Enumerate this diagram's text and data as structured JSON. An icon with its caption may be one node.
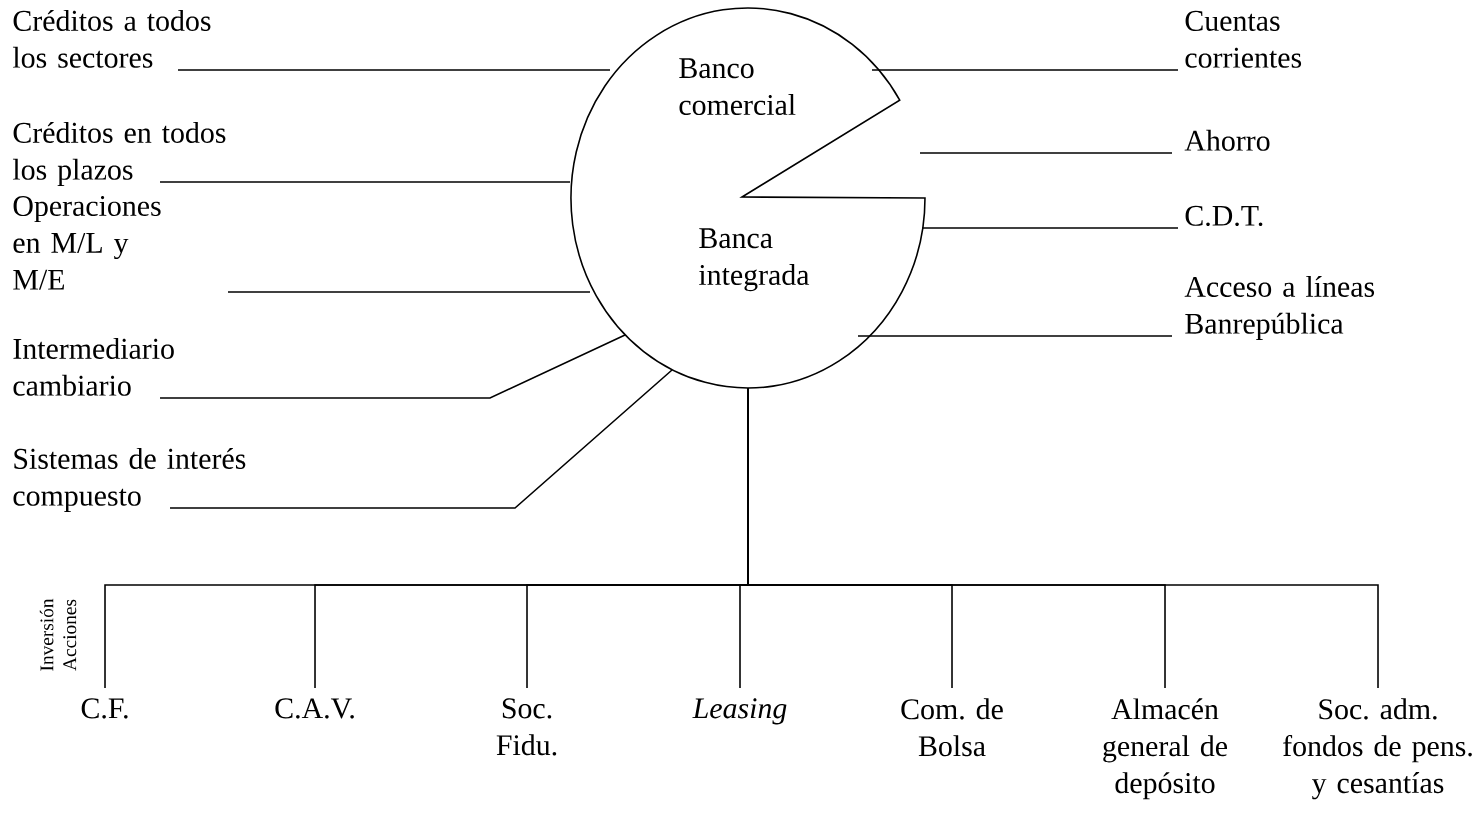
{
  "diagram": {
    "nodes": [
      {
        "text": [
          "Banco comercial",
          "Banca integrada"
        ]
      },
      {
        "text": [
          "Créditos a todos los sectores"
        ]
      },
      {
        "text": [
          "Créditos en todos los plazos"
        ]
      },
      {
        "text": [
          "Operaciones en M/L y M/E"
        ]
      },
      {
        "text": [
          "Intermediario cambiario"
        ]
      },
      {
        "text": [
          "Sistemas de interés compuesto"
        ]
      },
      {
        "text": [
          "Cuentas corrientes"
        ]
      },
      {
        "text": [
          "Ahorro"
        ]
      },
      {
        "text": [
          "C.D.T."
        ]
      },
      {
        "text": [
          "Acceso a líneas Banrepública"
        ]
      },
      {
        "text": [
          "C.F."
        ]
      },
      {
        "text": [
          "C.A.V."
        ]
      },
      {
        "text": [
          "Soc. Fidu."
        ]
      },
      {
        "text": [
          "Leasing"
        ]
      },
      {
        "text": [
          "Com. de Bolsa"
        ]
      },
      {
        "text": [
          "Almacén general de depósito"
        ]
      },
      {
        "text": [
          "Soc. adm. fondos de pens. y cesantías"
        ]
      }
    ],
    "edges": [
      {
        "from": 1,
        "to": 0,
        "arrow": "none"
      },
      {
        "from": 2,
        "to": 0,
        "arrow": "none"
      },
      {
        "from": 3,
        "to": 0,
        "arrow": "none"
      },
      {
        "from": 4,
        "to": 0,
        "arrow": "none"
      },
      {
        "from": 5,
        "to": 0,
        "arrow": "none"
      },
      {
        "from": 0,
        "to": 6,
        "arrow": "none"
      },
      {
        "from": 0,
        "to": 7,
        "arrow": "none"
      },
      {
        "from": 0,
        "to": 8,
        "arrow": "none"
      },
      {
        "from": 0,
        "to": 9,
        "arrow": "none"
      },
      {
        "from": 0,
        "to": 10,
        "arrow": "none"
      },
      {
        "from": 0,
        "to": 11,
        "arrow": "none"
      },
      {
        "from": 0,
        "to": 12,
        "arrow": "none"
      },
      {
        "from": 0,
        "to": 13,
        "arrow": "none"
      },
      {
        "from": 0,
        "to": 14,
        "arrow": "none"
      },
      {
        "from": 0,
        "to": 15,
        "arrow": "none"
      },
      {
        "from": 0,
        "to": 16,
        "arrow": "none"
      }
    ],
    "labels": [
      "Inversión Acciones"
    ]
  }
}
